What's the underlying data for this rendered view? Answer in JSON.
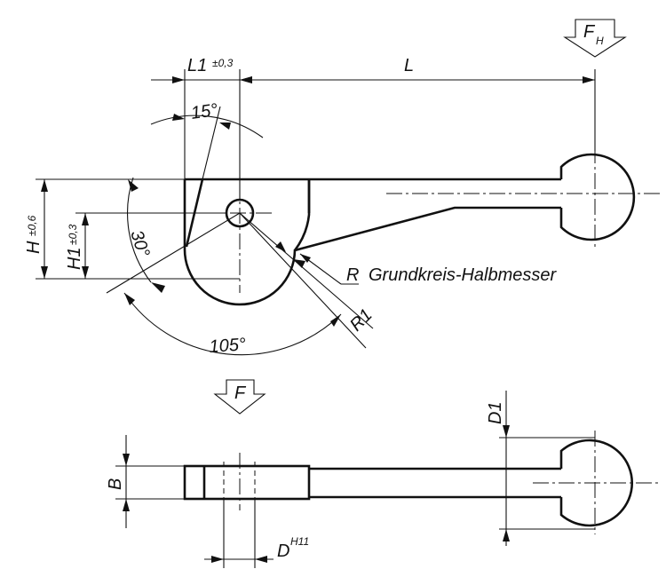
{
  "labels": {
    "fh_main": "F",
    "fh_sub": "H",
    "f_main": "F",
    "l1_main": "L1",
    "l1_tol": "±0,3",
    "l": "L",
    "angle_15": "15°",
    "angle_30": "30°",
    "angle_105": "105°",
    "h_main": "H",
    "h_tol": "±0,6",
    "h1_main": "H1",
    "h1_tol": "±0,3",
    "r": "R",
    "r_note": "Grundkreis-Halbmesser",
    "r1": "R1",
    "b": "B",
    "d_main": "D",
    "d_tol": "H11",
    "d1": "D1"
  }
}
